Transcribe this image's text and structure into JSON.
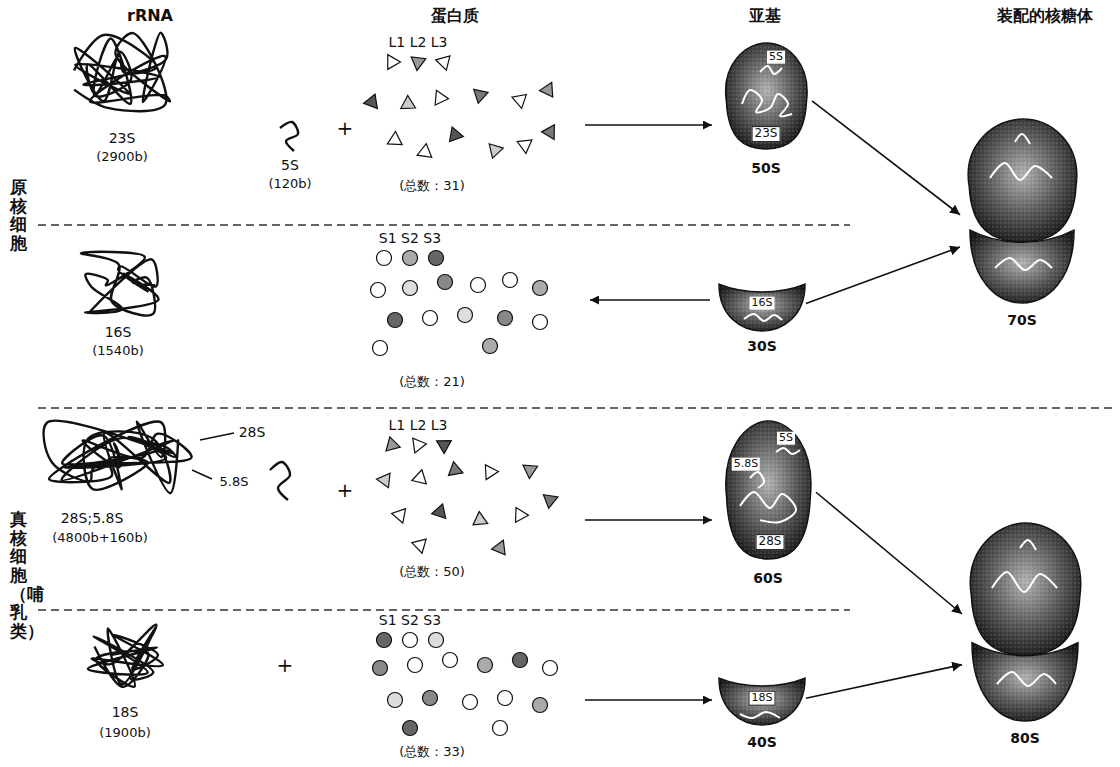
{
  "diagram": {
    "nodes": [
      {
        "text": [
          "5S",
          "23S",
          "50S"
        ]
      },
      {
        "text": [
          "16S",
          "30S"
        ]
      },
      {
        "text": [
          "70S"
        ]
      },
      {
        "text": [
          "5S",
          "5.8S",
          "28S",
          "60S"
        ]
      },
      {
        "text": [
          "18S",
          "40S"
        ]
      },
      {
        "text": [
          "80S"
        ]
      }
    ],
    "edges": [
      {
        "from": 0,
        "to": 2,
        "arrow": "to"
      },
      {
        "from": 1,
        "to": 2,
        "arrow": "to"
      },
      {
        "from": 3,
        "to": 5,
        "arrow": "to"
      },
      {
        "from": 4,
        "to": 5,
        "arrow": "to"
      }
    ],
    "labels": [
      "rRNA",
      "蛋白质",
      "亚基",
      "装配的核糖体",
      "原核细胞",
      "真核细胞（哺乳类）",
      "23S",
      "(2900b)",
      "5S",
      "(120b)",
      "+",
      "L1 L2 L3",
      "(总数：31)",
      "16S",
      "(1540b)",
      "S1 S2 S3",
      "(总数：21)",
      "28S",
      "5.8S",
      "28S;5.8S",
      "(4800b+160b)",
      "+",
      "L1 L2 L3",
      "(总数：50)",
      "18S",
      "(1900b)",
      "+",
      "S1 S2 S3",
      "(总数：33)"
    ]
  }
}
